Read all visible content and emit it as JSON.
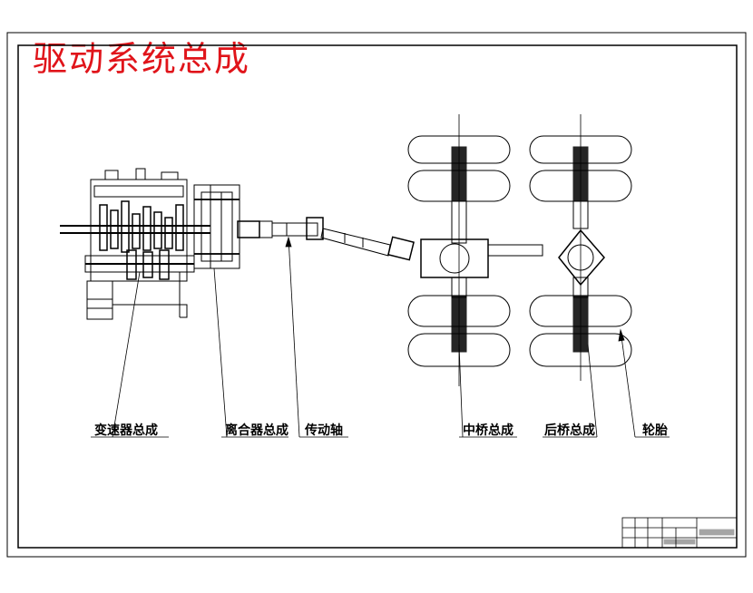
{
  "title": "驱动系统总成",
  "colors": {
    "title": "#e0141a",
    "line": "#000000",
    "paper": "#ffffff"
  },
  "labels": {
    "gearbox": "变速器总成",
    "clutch": "离合器总成",
    "driveshaft": "传动轴",
    "middle_axle": "中桥总成",
    "rear_axle": "后桥总成",
    "tire": "轮胎"
  }
}
